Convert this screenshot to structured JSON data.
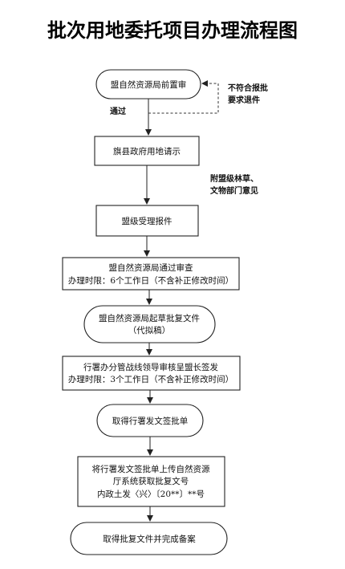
{
  "title": "批次用地委托项目办理流程图",
  "nodes": [
    {
      "id": "n1",
      "shape": "pill",
      "lines": [
        "盟自然资源局前置审"
      ]
    },
    {
      "id": "n2",
      "shape": "rect",
      "lines": [
        "旗县政府用地请示"
      ]
    },
    {
      "id": "n3",
      "shape": "rect",
      "lines": [
        "盟级受理报件"
      ]
    },
    {
      "id": "n4",
      "shape": "rect",
      "lines": [
        "盟自然资源局通过审查",
        "办理时限：6个工作日（不含补正修改时间）"
      ]
    },
    {
      "id": "n5",
      "shape": "pill",
      "lines": [
        "盟自然资源局起草批复文件",
        "（代拟稿）"
      ]
    },
    {
      "id": "n6",
      "shape": "rect",
      "lines": [
        "行署办分管战线领导审核呈盟长签发",
        "办理时限：3个工作日（不含补正修改时间）"
      ]
    },
    {
      "id": "n7",
      "shape": "pill",
      "lines": [
        "取得行署发文签批单"
      ]
    },
    {
      "id": "n8",
      "shape": "rect",
      "lines": [
        "将行署发文签批单上传自然资源",
        "厅系统获取批复文号",
        "内政土发〈兴〉〔20**〕**号"
      ]
    },
    {
      "id": "n9",
      "shape": "pill",
      "lines": [
        "取得批复文件并完成备案"
      ]
    }
  ],
  "notes": {
    "pass": "通过",
    "reject": [
      "不符合报批",
      "要求退件"
    ],
    "attach": [
      "附盟级林草、",
      "文物部门意见"
    ]
  }
}
